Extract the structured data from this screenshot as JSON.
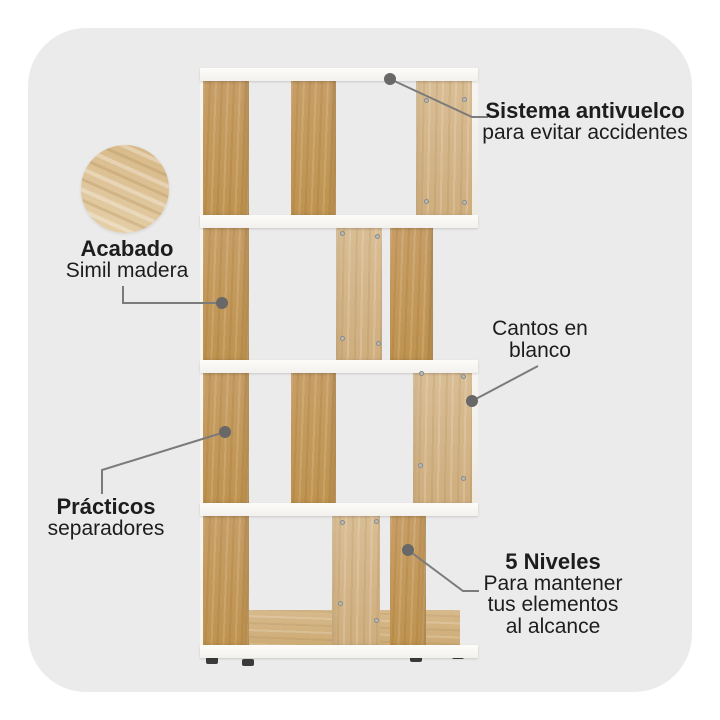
{
  "annotations": {
    "antivuelco": {
      "title": "Sistema antivuelco",
      "body": "para evitar accidentes"
    },
    "acabado": {
      "title": "Acabado",
      "body": "Simil madera"
    },
    "cantos": {
      "lines": [
        "Cantos en",
        "blanco"
      ]
    },
    "separadores": {
      "title": "Prácticos",
      "body": "separadores"
    },
    "niveles": {
      "title": "5 Niveles",
      "body": [
        "Para mantener",
        "tus elementos",
        "al alcance"
      ]
    }
  },
  "colors": {
    "cardBg": "#ebebeb",
    "wood": "#c79e66",
    "woodInner": "#d9bd94",
    "woodSwatch": "#e6d1ab",
    "floorWood": "#d7ba8c",
    "shelfWhite": "#fbfaf7",
    "calloutLine": "#7b7b7b",
    "calloutDot": "#686868",
    "text": "#1d1d1d",
    "feet": "#3b3b3b"
  }
}
